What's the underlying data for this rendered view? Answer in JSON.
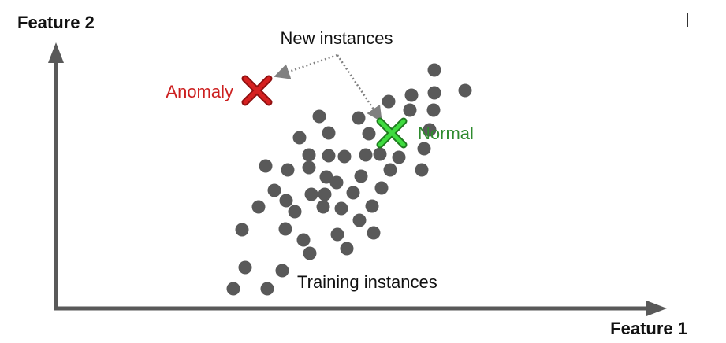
{
  "axes": {
    "y_label": "Feature 2",
    "x_label": "Feature 1",
    "color": "#595959"
  },
  "annotations": {
    "new_instances": "New instances",
    "training_instances": "Training instances",
    "anomaly_label": "Anomaly",
    "normal_label": "Normal"
  },
  "colors": {
    "point": "#595959",
    "anomaly": "#cc1f1f",
    "normal": "#33cc33",
    "normal_text": "#2e8b2e",
    "arrow": "#808080"
  },
  "icons": {
    "anomaly_marker": "x-mark-icon",
    "normal_marker": "x-mark-icon"
  }
}
